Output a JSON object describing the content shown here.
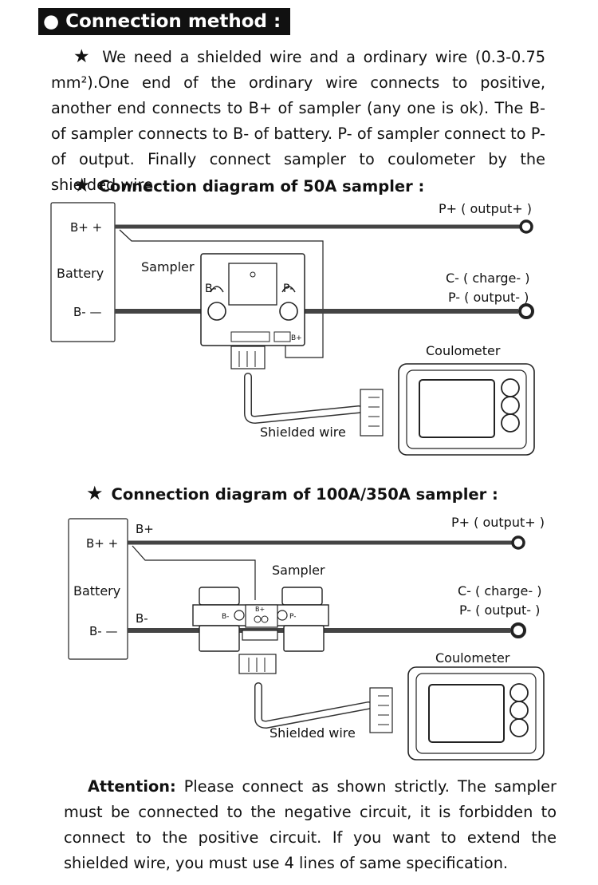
{
  "header": {
    "title": "Connection method :"
  },
  "intro": {
    "star": "★",
    "text": "We need a shielded wire and a ordinary wire (0.3-0.75 mm²).One end of the ordinary wire connects to positive, another end connects to B+ of sampler (any one is ok). The B- of sampler connects to B- of battery. P- of sampler connect to P- of output. Finally connect sampler to coulometer by the shielded wire."
  },
  "diagram1": {
    "star": "★",
    "heading": "Connection diagram of 50A sampler :",
    "battery_bplus": "B+ +",
    "battery_label": "Battery",
    "battery_bminus": "B- —",
    "sampler_label": "Sampler",
    "sampler_bminus": "B-",
    "sampler_pminus": "P-",
    "sampler_bplus": "B+",
    "out_pplus": "P+ ( output+ )",
    "out_cminus": "C- ( charge- )",
    "out_pminus": "P- ( output- )",
    "coulometer": "Coulometer",
    "shielded": "Shielded wire"
  },
  "diagram2": {
    "star": "★",
    "heading": "Connection diagram of 100A/350A sampler :",
    "bplus_top": "B+",
    "battery_bplus": "B+ +",
    "battery_label": "Battery",
    "bminus_side": "B-",
    "battery_bminus": "B- —",
    "sampler_label": "Sampler",
    "sampler_bminus": "B-",
    "sampler_bplus": "B+",
    "sampler_pminus": "P-",
    "out_pplus": "P+ ( output+ )",
    "out_cminus": "C- ( charge- )",
    "out_pminus": "P- ( output- )",
    "coulometer": "Coulometer",
    "shielded": "Shielded wire"
  },
  "attention": {
    "label": "Attention:",
    "text": "Please connect as shown strictly. The sampler must be connected to the negative circuit, it is forbidden to connect to the positive circuit. If you want to extend the shielded wire, you must use 4 lines of same specification."
  }
}
